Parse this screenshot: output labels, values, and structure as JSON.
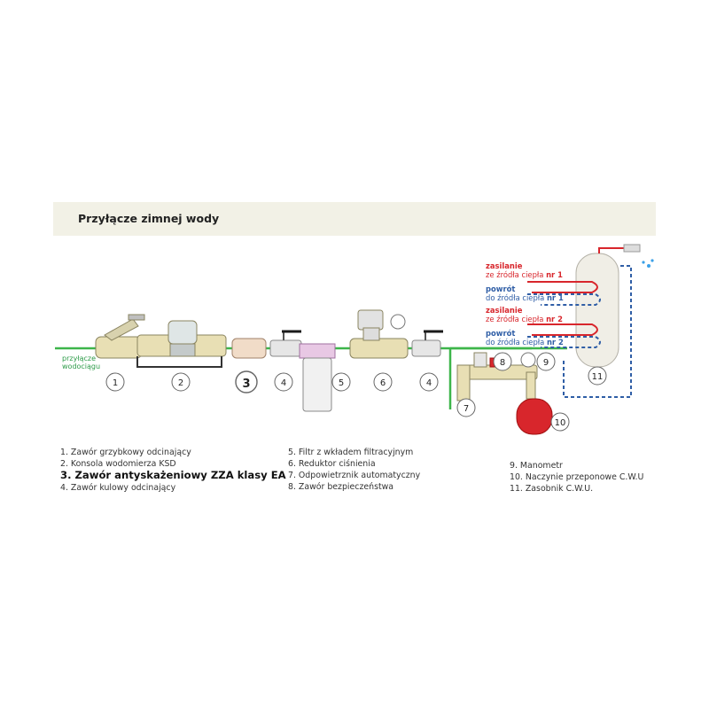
{
  "title": "Przyłącze zimnej wody",
  "inlet_label": [
    "przyłącze",
    "wodociągu"
  ],
  "badges": [
    "1",
    "2",
    "3",
    "4",
    "5",
    "6",
    "4",
    "7",
    "8",
    "9",
    "10",
    "11"
  ],
  "heat_source": [
    {
      "line1": "zasilanie",
      "line2": "ze źródła ciepła",
      "nr": "nr 1",
      "color": "red"
    },
    {
      "line1": "powrót",
      "line2": "do źródła ciepła",
      "nr": "nr 1",
      "color": "blue"
    },
    {
      "line1": "zasilanie",
      "line2": "ze źródła ciepła",
      "nr": "nr 2",
      "color": "red"
    },
    {
      "line1": "powrót",
      "line2": "do źródła ciepła",
      "nr": "nr 2",
      "color": "blue"
    }
  ],
  "legend": {
    "col1": [
      "1.  Zawór grzybkowy odcinający",
      "2.  Konsola wodomierza KSD",
      "3.  Zawór antyskażeniowy ZZA klasy EA",
      "4.  Zawór kulowy odcinający"
    ],
    "col2": [
      "5.  Filtr z wkładem filtracyjnym",
      "6.  Reduktor ciśnienia",
      "7.  Odpowietrznik automatyczny",
      "8.  Zawór bezpieczeństwa"
    ],
    "col3": [
      "9.  Manometr",
      "10.  Naczynie przeponowe C.W.U",
      "11.  Zasobnik C.W.U."
    ]
  },
  "colors": {
    "pipe_green": "#3db54a",
    "hot": "#d8262c",
    "return": "#2f5ea6",
    "brass": "#e8dfb4",
    "tank": "#f0eee6"
  }
}
